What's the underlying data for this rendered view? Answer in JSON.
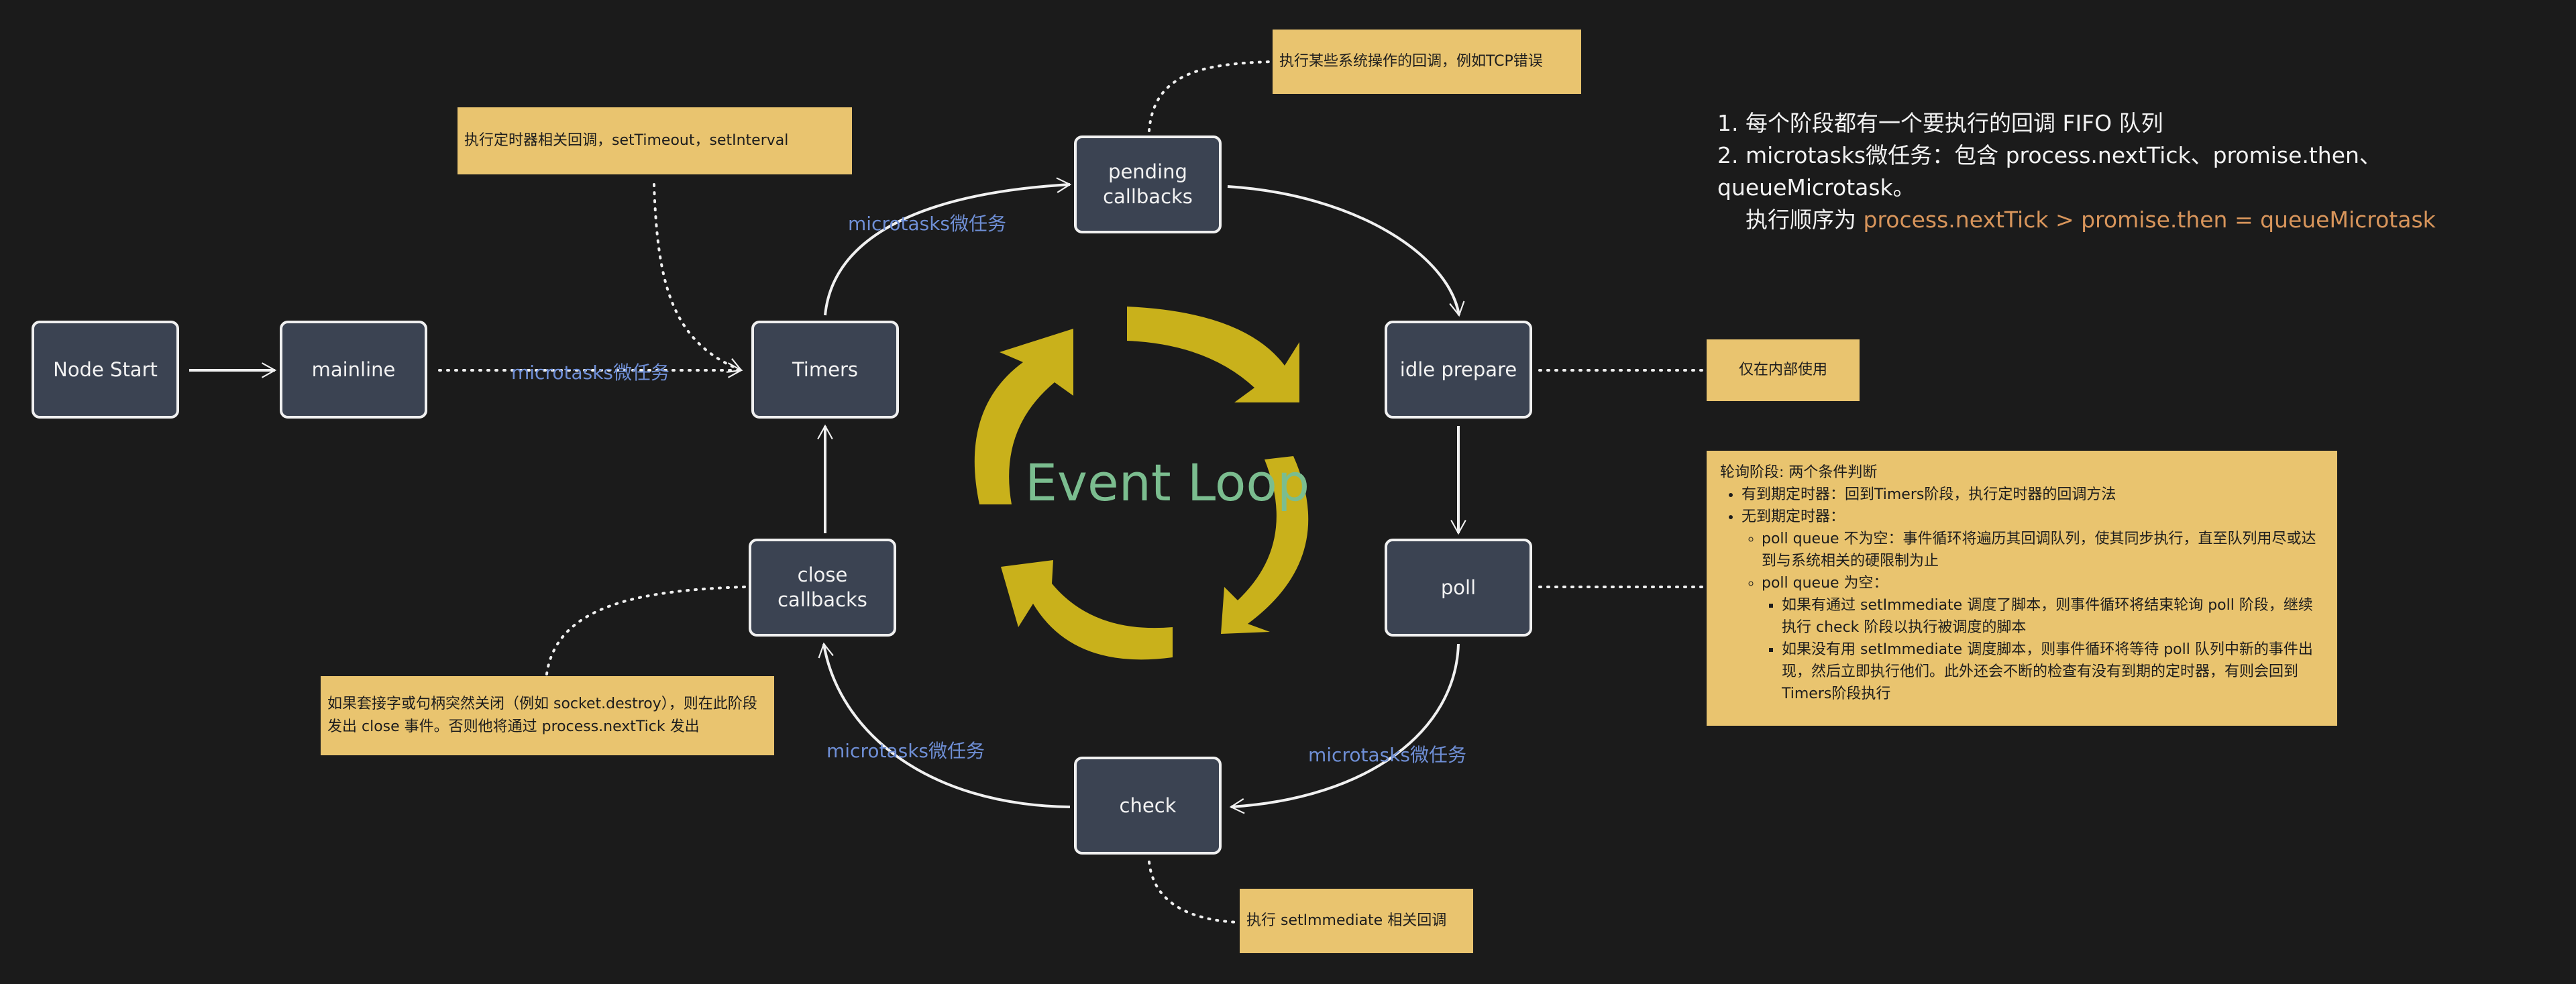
{
  "diagram": {
    "nodes": {
      "node_start": "Node Start",
      "mainline": "mainline",
      "timers": "Timers",
      "pending_callbacks": "pending\ncallbacks",
      "idle_prepare": "idle prepare",
      "poll": "poll",
      "check": "check",
      "close_callbacks": "close callbacks"
    },
    "center_label": "Event Loop",
    "microtask_label": "microtasks微任务",
    "notes": {
      "timers": "执行定时器相关回调，setTimeout，setInterval",
      "pending": "执行某些系统操作的回调，例如TCP错误",
      "idle": "仅在内部使用",
      "check": "执行 setImmediate 相关回调",
      "close": "如果套接字或句柄突然关闭（例如 socket.destroy），则在此阶段发出 close 事件。否则他将通过 process.nextTick 发出",
      "poll": {
        "title": "轮询阶段: 两个条件判断",
        "has_timer": "有到期定时器：回到Timers阶段，执行定时器的回调方法",
        "no_timer": "无到期定时器：",
        "queue_not_empty": "poll queue 不为空：事件循环将遍历其回调队列，使其同步执行，直至队列用尽或达到与系统相关的硬限制为止",
        "queue_empty": "poll queue 为空：",
        "with_set_immediate": "如果有通过 setImmediate 调度了脚本，则事件循环将结束轮询 poll 阶段，继续执行 check 阶段以执行被调度的脚本",
        "without_set_immediate": "如果没有用 setImmediate 调度脚本，则事件循环将等待 poll 队列中新的事件出现，然后立即执行他们。此外还会不断的检查有没有到期的定时器，有则会回到Timers阶段执行"
      }
    },
    "info": {
      "line1": "1. 每个阶段都有一个要执行的回调 FIFO 队列",
      "line2": "2. microtasks微任务：包含 process.nextTick、promise.then、queueMicrotask。",
      "line3_prefix": "执行顺序为 ",
      "line3_order": "process.nextTick > promise.then = queueMicrotask"
    },
    "colors": {
      "background": "#1b1b1b",
      "node_fill": "#3b4352",
      "node_border": "#f0f0f0",
      "note_fill": "#e9c46f",
      "microtask_text": "#6f8fd6",
      "loop_title": "#7bbd8f",
      "loop_arrows": "#c9b11b",
      "highlight": "#d8955b"
    }
  }
}
